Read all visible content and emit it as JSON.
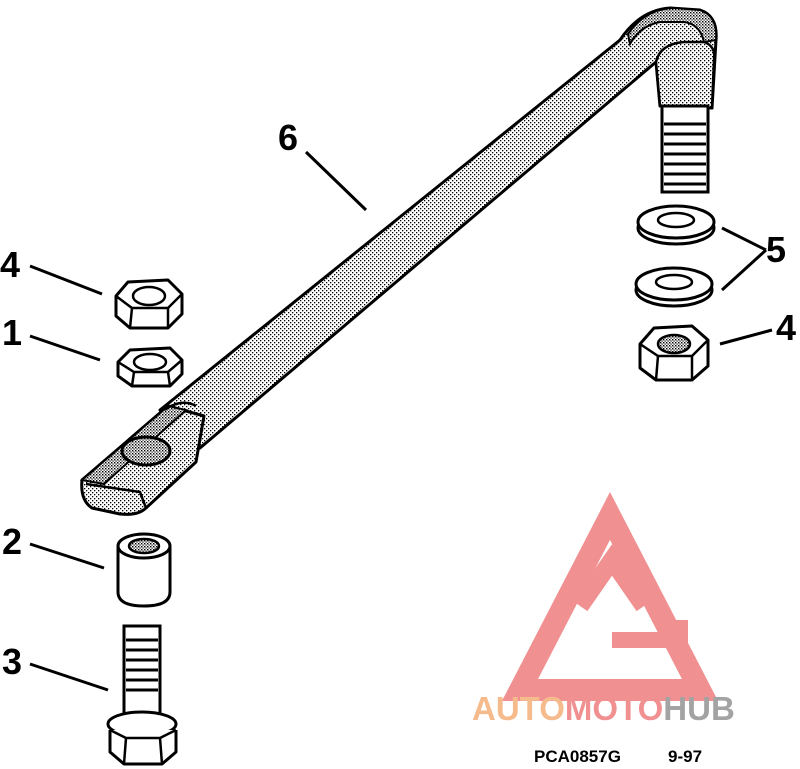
{
  "figure": {
    "callouts": [
      {
        "id": "6",
        "label": "6"
      },
      {
        "id": "4-left",
        "label": "4"
      },
      {
        "id": "1",
        "label": "1"
      },
      {
        "id": "2",
        "label": "2"
      },
      {
        "id": "3",
        "label": "3"
      },
      {
        "id": "5",
        "label": "5"
      },
      {
        "id": "4-right",
        "label": "4"
      }
    ],
    "caption": "PCA0857G",
    "date": "9-97"
  },
  "watermark": {
    "text_part1": "AUTO",
    "text_part2": "MOTO",
    "text_part3": "HUB",
    "colors": {
      "orange": "#f5b481",
      "red": "#f08585",
      "gray": "#9a9a9a"
    }
  }
}
